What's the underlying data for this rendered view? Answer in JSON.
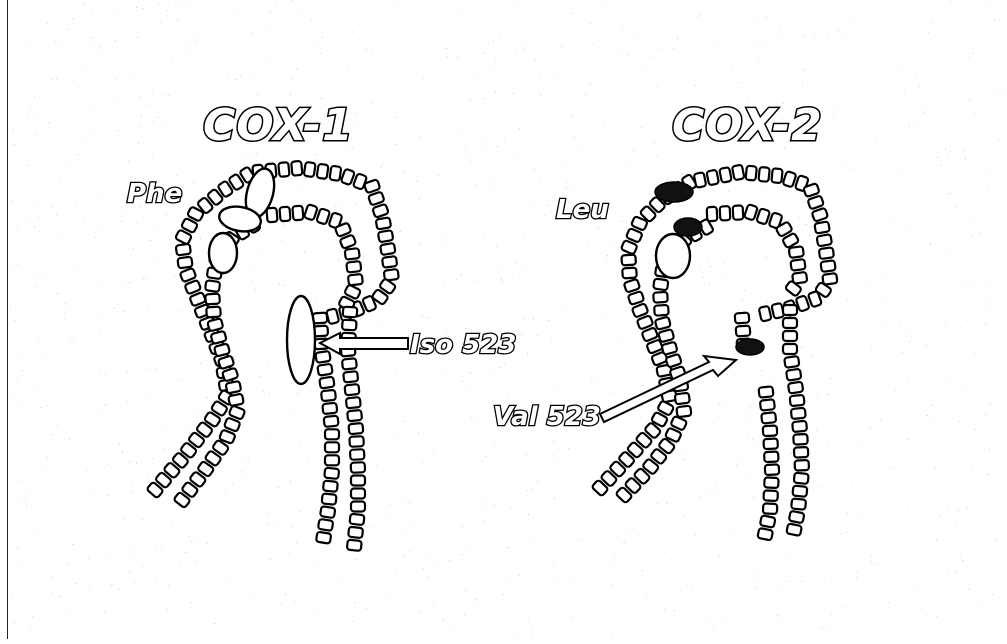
{
  "panels": [
    {
      "title": "COX-1",
      "labels": {
        "gate_residue": "Phe",
        "pocket_residue": "Iso 523"
      }
    },
    {
      "title": "COX-2",
      "labels": {
        "gate_residue": "Leu",
        "pocket_residue": "Val 523"
      }
    }
  ],
  "colors": {
    "background": "#ffffff",
    "outline": "#000000",
    "dark_residue": "#111111"
  }
}
